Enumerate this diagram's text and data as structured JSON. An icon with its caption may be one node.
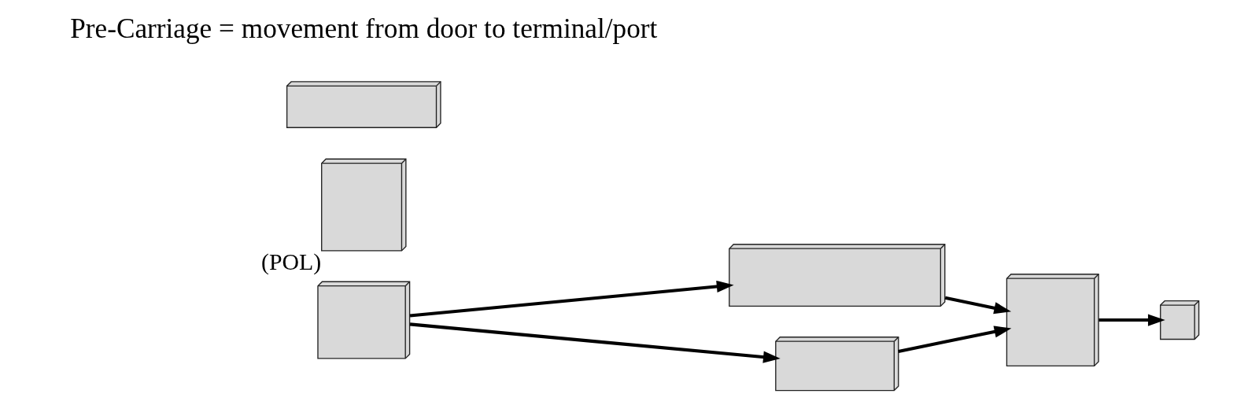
{
  "diagram": {
    "nodes": [
      {
        "text": [],
        "shape": "picture"
      },
      {
        "text": [],
        "shape": "picture"
      },
      {
        "text": [],
        "shape": "picture"
      },
      {
        "text": [],
        "shape": "picture"
      },
      {
        "text": [],
        "shape": "picture"
      },
      {
        "text": [],
        "shape": "picture",
        "beside": [
          "(POL)"
        ]
      },
      {
        "text": [],
        "shape": "picture"
      }
    ],
    "edges": [
      {
        "from": 0,
        "to": 1,
        "arrow": "to"
      },
      {
        "from": 0,
        "to": 2,
        "arrow": "to"
      },
      {
        "from": 1,
        "to": 3,
        "arrow": "to"
      },
      {
        "from": 2,
        "to": 3,
        "arrow": "to"
      },
      {
        "from": 3,
        "to": 4,
        "arrow": "to"
      }
    ],
    "labels": [
      "Pre-Carriage = movement from door to terminal/port"
    ]
  }
}
